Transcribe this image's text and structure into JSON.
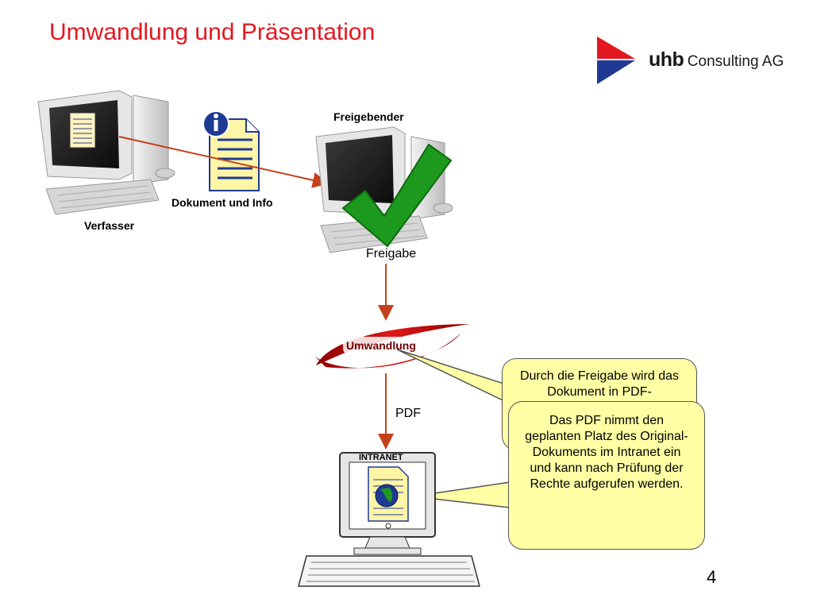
{
  "slide": {
    "title": "Umwandlung und Präsentation",
    "page_number": "4"
  },
  "logo": {
    "brand": "uhb",
    "suffix": "Consulting AG",
    "colors": {
      "red": "#e3171f",
      "blue": "#1f3a93"
    }
  },
  "labels": {
    "author": "Verfasser",
    "document_info": "Dokument und Info",
    "approver": "Freigebender",
    "approval": "Freigabe",
    "conversion": "Umwandlung",
    "pdf": "PDF",
    "intranet": "INTRANET"
  },
  "callouts": {
    "first": "Durch die Freigabe wird das Dokument in PDF-",
    "second": "Das PDF nimmt den geplanten Platz des Original-Dokuments im Intranet ein und kann nach Prüfung der Rechte aufgerufen werden."
  },
  "icons": [
    "computer-icon",
    "info-icon",
    "document-icon",
    "checkmark-icon",
    "globe-icon",
    "keyboard-icon"
  ],
  "colors": {
    "title": "#e3171f",
    "arrow": "#c4401a",
    "callout_fill": "#ffffa6",
    "check": "#1d9a1d"
  }
}
